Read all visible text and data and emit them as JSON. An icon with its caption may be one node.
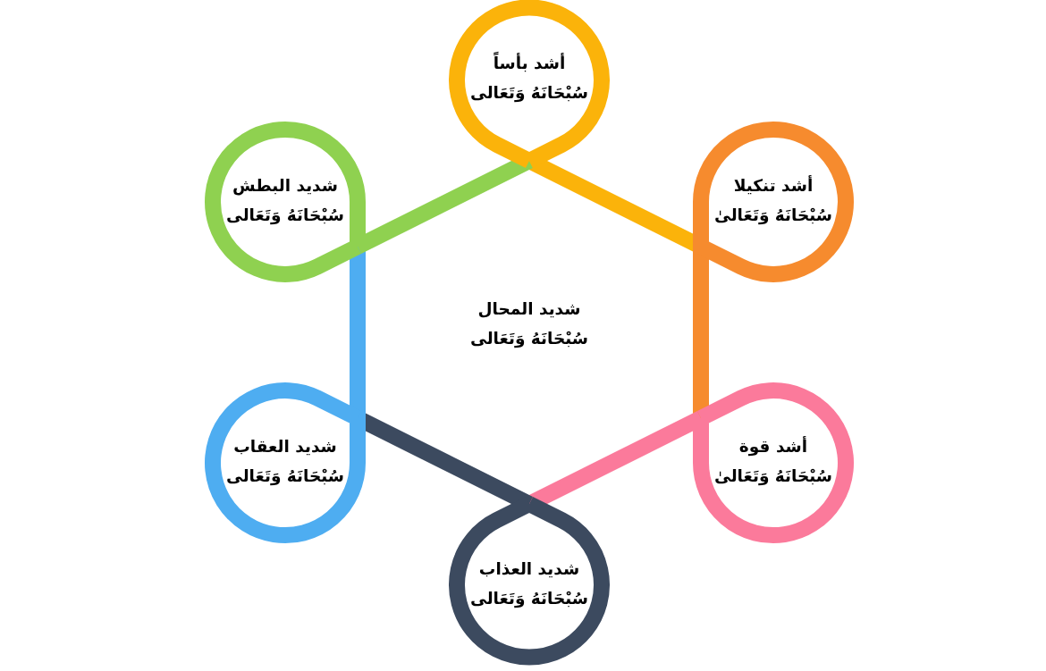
{
  "diagram": {
    "nodes": [
      {
        "text": [
          "أشد بأساً",
          "سُبْحَانَهُ وَتَعَالى"
        ]
      },
      {
        "text": [
          "أشد تنكيلا",
          "سُبْحَانَهُ وَتَعَالىٰ"
        ]
      },
      {
        "text": [
          "أشد قوة",
          "سُبْحَانَهُ وَتَعَالىٰ"
        ]
      },
      {
        "text": [
          "شديد العذاب",
          "سُبْحَانَهُ وَتَعَالى"
        ]
      },
      {
        "text": [
          "شديد العقاب",
          "سُبْحَانَهُ وَتَعَالى"
        ]
      },
      {
        "text": [
          "شديد البطش",
          "سُبْحَانَهُ وَتَعَالى"
        ]
      }
    ],
    "edges": [
      {
        "from": 0,
        "to": 1,
        "arrow": "none",
        "color": "#fbb30a"
      },
      {
        "from": 1,
        "to": 2,
        "arrow": "none",
        "color": "#f68b2e"
      },
      {
        "from": 2,
        "to": 3,
        "arrow": "none",
        "color": "#fb7a9b"
      },
      {
        "from": 3,
        "to": 4,
        "arrow": "none",
        "color": "#3c4a5f"
      },
      {
        "from": 4,
        "to": 5,
        "arrow": "none",
        "color": "#4eadf1"
      },
      {
        "from": 5,
        "to": 0,
        "arrow": "none",
        "color": "#8fd150"
      }
    ],
    "labels": [
      "شديد المحال",
      "سُبْحَانَهُ وَتَعَالى"
    ]
  }
}
